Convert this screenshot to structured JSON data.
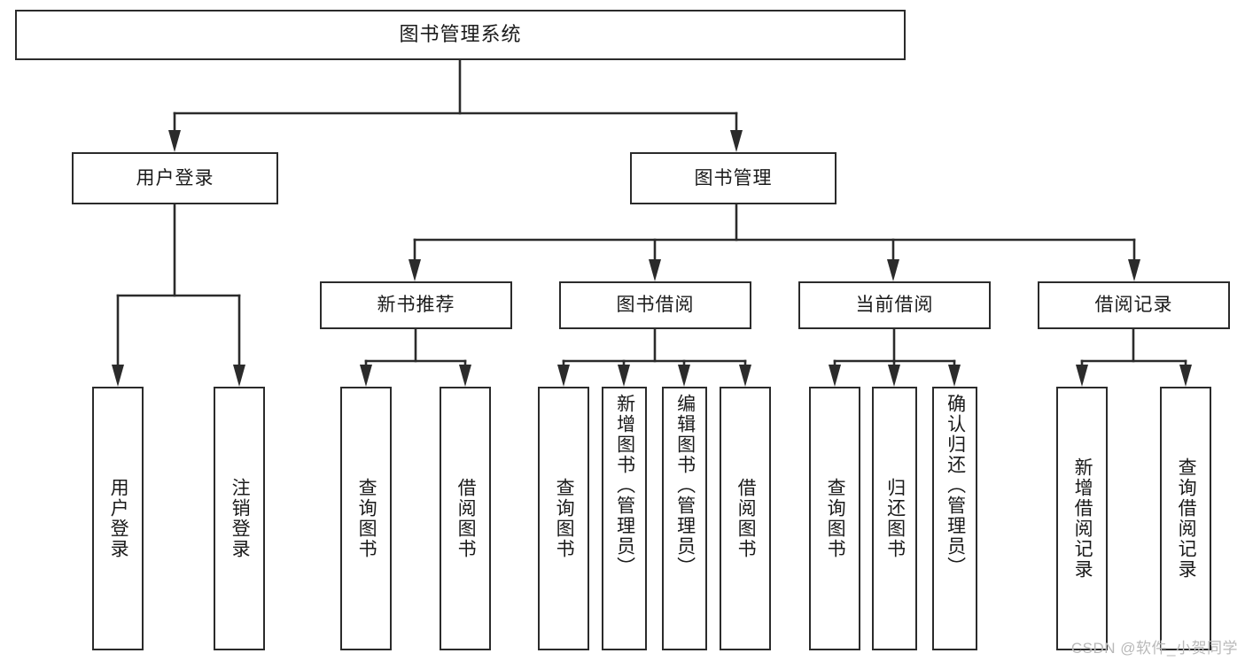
{
  "diagram": {
    "title": "图书管理系统",
    "type": "tree-hierarchy-chart",
    "watermark": "CSDN @软件_小贺同学",
    "colors": {
      "stroke": "#2b2b2b",
      "fill": "#ffffff",
      "text": "#1a1a1a",
      "watermark": "#b9b9b9"
    },
    "root": {
      "label": "图书管理系统"
    },
    "level1": [
      {
        "id": "user-login",
        "label": "用户登录"
      },
      {
        "id": "book-manage",
        "label": "图书管理"
      }
    ],
    "level2": [
      {
        "id": "new-book-rec",
        "label": "新书推荐"
      },
      {
        "id": "book-borrow",
        "label": "图书借阅"
      },
      {
        "id": "current-borrow",
        "label": "当前借阅"
      },
      {
        "id": "borrow-record",
        "label": "借阅记录"
      }
    ],
    "leaves": [
      {
        "id": "leaf-user-login",
        "label": "用户登录",
        "parent": "user-login"
      },
      {
        "id": "leaf-user-logout",
        "label": "注销登录",
        "parent": "user-login"
      },
      {
        "id": "leaf-query-book-1",
        "label": "查询图书",
        "parent": "new-book-rec"
      },
      {
        "id": "leaf-borrow-book-1",
        "label": "借阅图书",
        "parent": "new-book-rec"
      },
      {
        "id": "leaf-query-book-2",
        "label": "查询图书",
        "parent": "book-borrow"
      },
      {
        "id": "leaf-add-book",
        "label": "新增图书（管理员）",
        "parent": "book-borrow"
      },
      {
        "id": "leaf-edit-book",
        "label": "编辑图书（管理员）",
        "parent": "book-borrow"
      },
      {
        "id": "leaf-borrow-book-2",
        "label": "借阅图书",
        "parent": "book-borrow"
      },
      {
        "id": "leaf-query-book-3",
        "label": "查询图书",
        "parent": "current-borrow"
      },
      {
        "id": "leaf-return-book",
        "label": "归还图书",
        "parent": "current-borrow"
      },
      {
        "id": "leaf-confirm-return",
        "label": "确认归还（管理员）",
        "parent": "current-borrow"
      },
      {
        "id": "leaf-add-record",
        "label": "新增借阅记录",
        "parent": "borrow-record"
      },
      {
        "id": "leaf-query-record",
        "label": "查询借阅记录",
        "parent": "borrow-record"
      }
    ]
  }
}
